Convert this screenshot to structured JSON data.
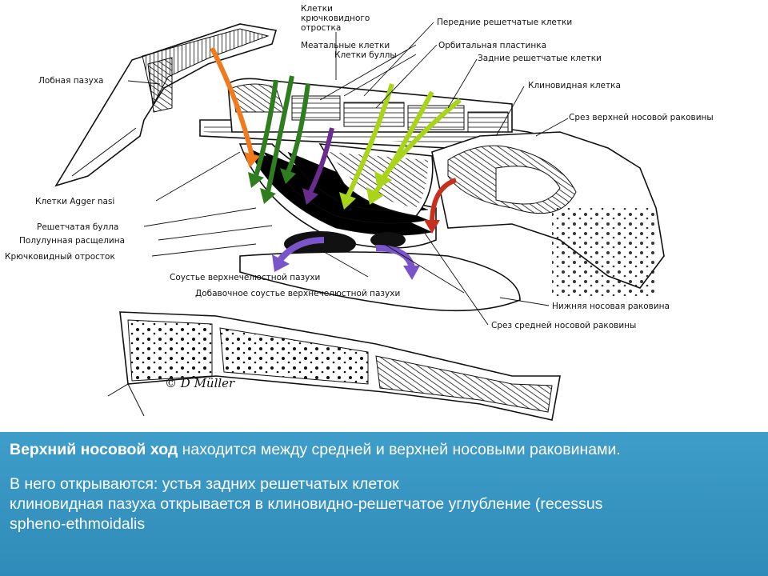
{
  "diagram": {
    "labels": {
      "uncinate_cells": [
        "Клетки",
        "крючковидного",
        "отростка"
      ],
      "anterior_ethmoid": "Передние решетчатые клетки",
      "meatal_cells": "Меатальные клетки",
      "orbital_plate": "Орбитальная пластинка",
      "bulla_cells": "Клетки буллы",
      "posterior_ethmoid": "Задние решетчатые клетки",
      "frontal_sinus": "Лобная пазуха",
      "sphenoid_cell": "Клиновидная клетка",
      "superior_turbinate_cut": "Срез  верхней носовой раковины",
      "agger_nasi": "Клетки Agger nasi",
      "ethmoid_bulla": "Решетчатая булла",
      "semilunar_hiatus": "Полулунная расщелина",
      "uncinate_process": "Крючковидный отросток",
      "maxillary_ostium": "Соустье верхнечелюстной пазухи",
      "accessory_ostium": "Добавочное соустье верхнечелюстной пазухи",
      "inferior_turbinate": "Нижняя носовая раковина",
      "middle_turbinate_cut": "Срез средней носовой раковины"
    },
    "signature": "© D Müller",
    "arrow_colors": {
      "frontal": "#f07a1c",
      "anterior": "#2e7d1e",
      "bulla": "#6a2c8f",
      "posterior": "#a8d51a",
      "sphenoid": "#c8301e",
      "maxillary": "#7a55c9"
    }
  },
  "caption": {
    "p1_bold": "Верхний носовой ход",
    "p1_rest": " находится между средней и верхней носовыми раковинами.",
    "line2": "В него открываются: устья задних решетчатых клеток",
    "line3": "клиновидная пазуха открывается в клиновидно-решетчатое углубление (recessus",
    "line4": "spheno-ethmoidalis"
  }
}
